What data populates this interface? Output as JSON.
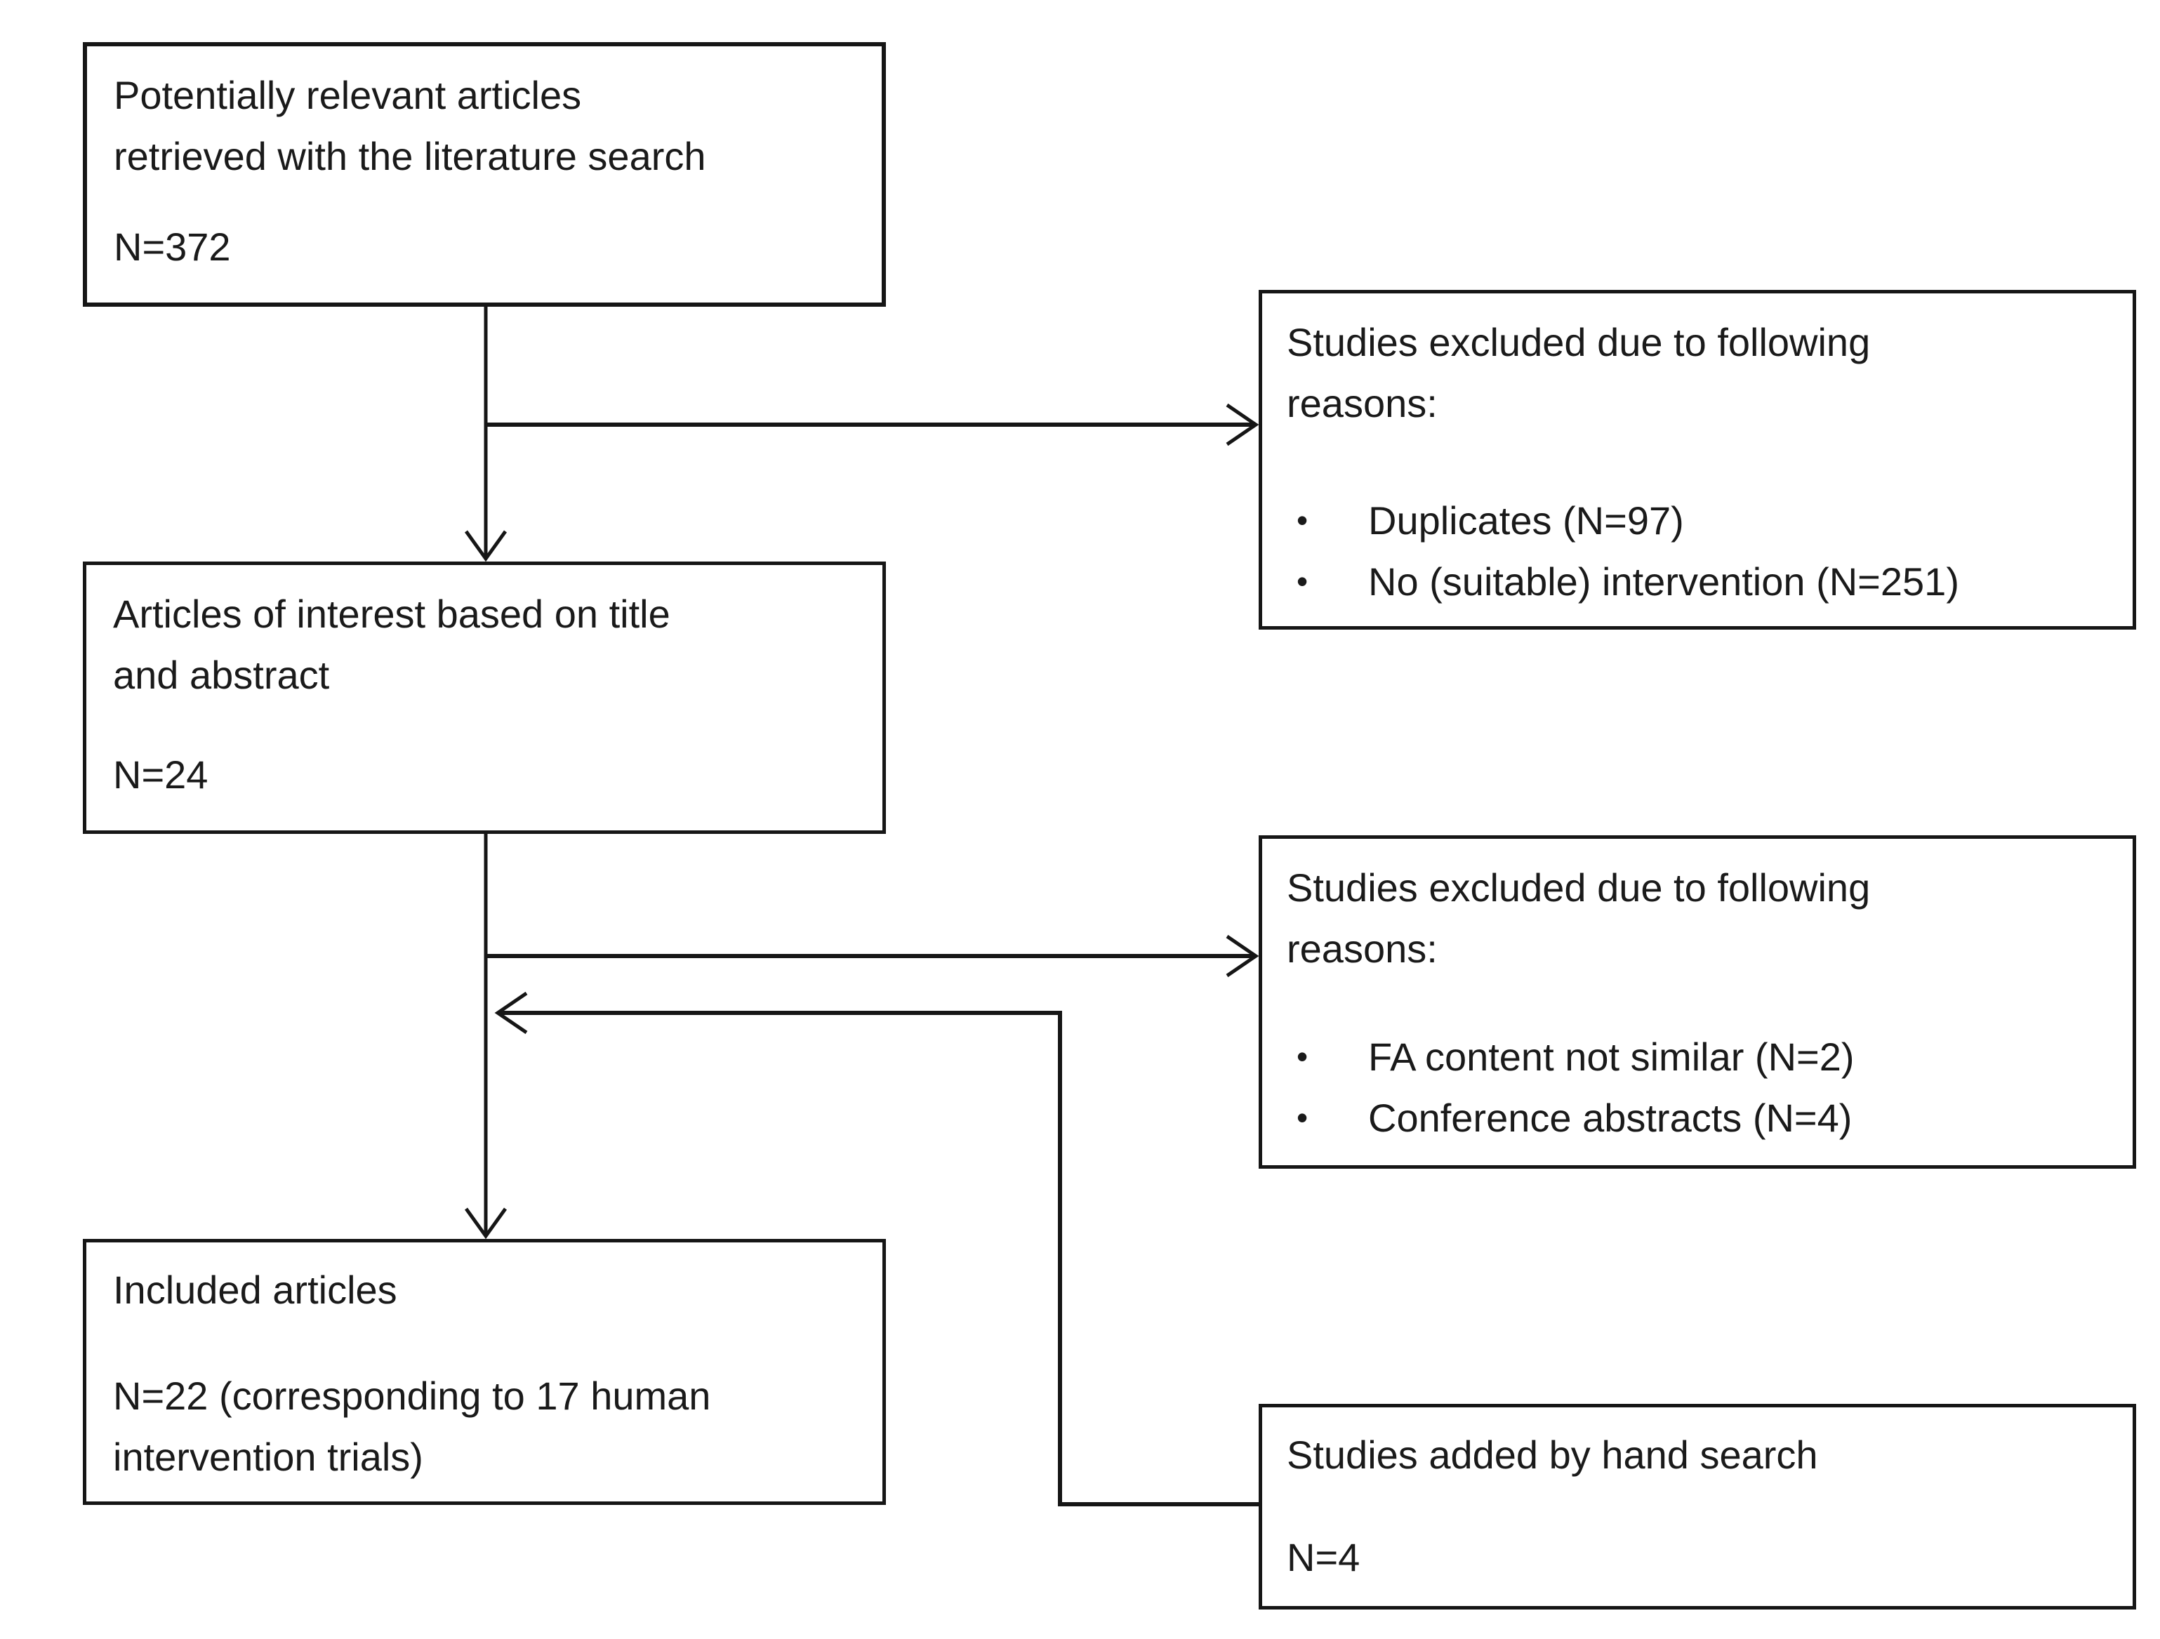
{
  "figure": {
    "type": "literature-screening-flow-diagram",
    "background_color": "#ffffff",
    "line_color": "#1a1a1a",
    "bullet_char": "•",
    "boxes": {
      "retrieved": {
        "lines": [
          "Potentially relevant articles",
          "retrieved with the literature search"
        ],
        "count": "N=372"
      },
      "excluded1": {
        "lines": [
          "Studies excluded due to following",
          "reasons:"
        ],
        "bullets": [
          "Duplicates (N=97)",
          "No (suitable) intervention (N=251)"
        ]
      },
      "screened": {
        "lines": [
          "Articles of interest based on title",
          "and abstract"
        ],
        "count": "N=24"
      },
      "excluded2": {
        "lines": [
          "Studies excluded due to following",
          "reasons:"
        ],
        "bullets": [
          "FA content not similar (N=2)",
          "Conference abstracts (N=4)"
        ]
      },
      "included": {
        "lines": [
          "Included articles"
        ],
        "count_lines": [
          "N=22 (corresponding  to 17 human",
          "intervention trials)"
        ]
      },
      "handsearch": {
        "lines": [
          "Studies added by hand search"
        ],
        "count": "N=4"
      }
    }
  }
}
